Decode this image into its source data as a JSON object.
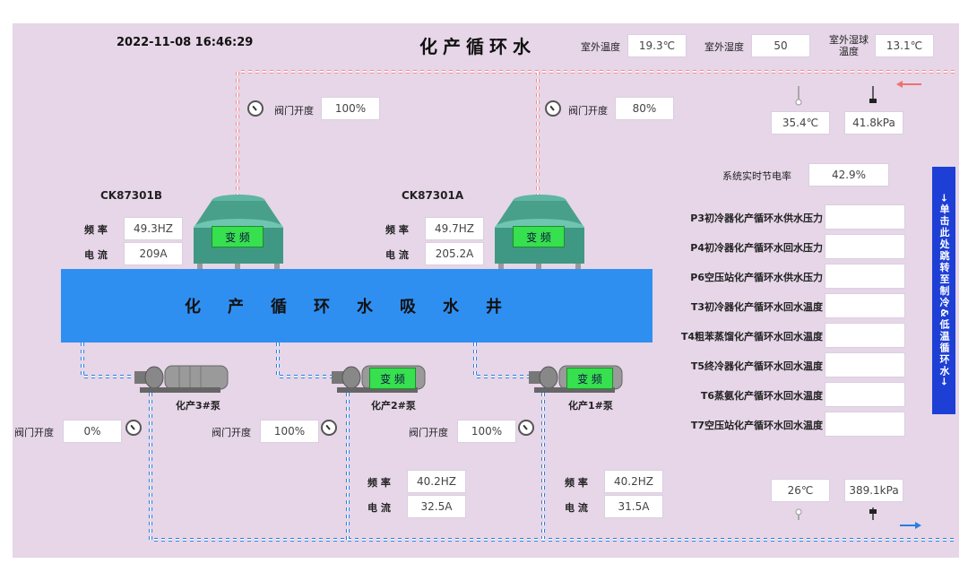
{
  "header": {
    "datetime": "2022-11-08 16:46:29",
    "title": "化产循环水",
    "outdoor_temp_label": "室外温度",
    "outdoor_temp": "19.3℃",
    "outdoor_humidity_label": "室外湿度",
    "outdoor_humidity": "50",
    "wet_bulb_label": "室外湿球温度",
    "wet_bulb_temp": "13.1℃"
  },
  "supply_line": {
    "temperature": "35.4℃",
    "pressure": "41.8kPa"
  },
  "return_line": {
    "temperature": "26℃",
    "pressure": "389.1kPa"
  },
  "towers": {
    "b": {
      "name": "CK87301B",
      "valve_label": "阀门开度",
      "valve": "100%",
      "freq_label": "频 率",
      "freq": "49.3HZ",
      "current_label": "电 流",
      "current": "209A",
      "vfd_label": "变 频"
    },
    "a": {
      "name": "CK87301A",
      "valve_label": "阀门开度",
      "valve": "80%",
      "freq_label": "频 率",
      "freq": "49.7HZ",
      "current_label": "电 流",
      "current": "205.2A",
      "vfd_label": "变 频"
    }
  },
  "well": {
    "label": "化产循环水吸水井"
  },
  "pumps": {
    "p3": {
      "name": "化产3#泵",
      "valve_label": "阀门开度",
      "valve": "0%"
    },
    "p2": {
      "name": "化产2#泵",
      "vfd_label": "变 频",
      "valve_label": "阀门开度",
      "valve": "100%",
      "freq_label": "频 率",
      "freq": "40.2HZ",
      "current_label": "电 流",
      "current": "32.5A"
    },
    "p1": {
      "name": "化产1#泵",
      "vfd_label": "变 频",
      "valve_label": "阀门开度",
      "valve": "100%",
      "freq_label": "频 率",
      "freq": "40.2HZ",
      "current_label": "电 流",
      "current": "31.5A"
    }
  },
  "saving": {
    "label": "系统实时节电率",
    "value": "42.9%"
  },
  "sensors": [
    {
      "label": "P3初冷器化产循环水供水压力",
      "value": ""
    },
    {
      "label": "P4初冷器化产循环水回水压力",
      "value": ""
    },
    {
      "label": "P6空压站化产循环水供水压力",
      "value": ""
    },
    {
      "label": "T3初冷器化产循环水回水温度",
      "value": ""
    },
    {
      "label": "T4粗苯蒸馏化产循环水回水温度",
      "value": ""
    },
    {
      "label": "T5终冷器化产循环水回水温度",
      "value": ""
    },
    {
      "label": "T6蒸氨化产循环水回水温度",
      "value": ""
    },
    {
      "label": "T7空压站化产循环水回水温度",
      "value": ""
    }
  ],
  "jump_button": {
    "label": "→单击此处跳转至制冷&低温循环水→"
  },
  "colors": {
    "panel": "#e6d6e8",
    "well": "#2f8ff0",
    "vfd_green": "#36e04e",
    "supply_pipe": "#f08a8a",
    "return_pipe": "#2a7de0",
    "jump_button": "#1e3fd6"
  },
  "icons": {
    "valve_gauge": "gauge-icon",
    "thermometer": "thermometer-icon",
    "pressure_sensor": "pressure-sensor-icon",
    "flow_arrow": "arrow-icon"
  }
}
